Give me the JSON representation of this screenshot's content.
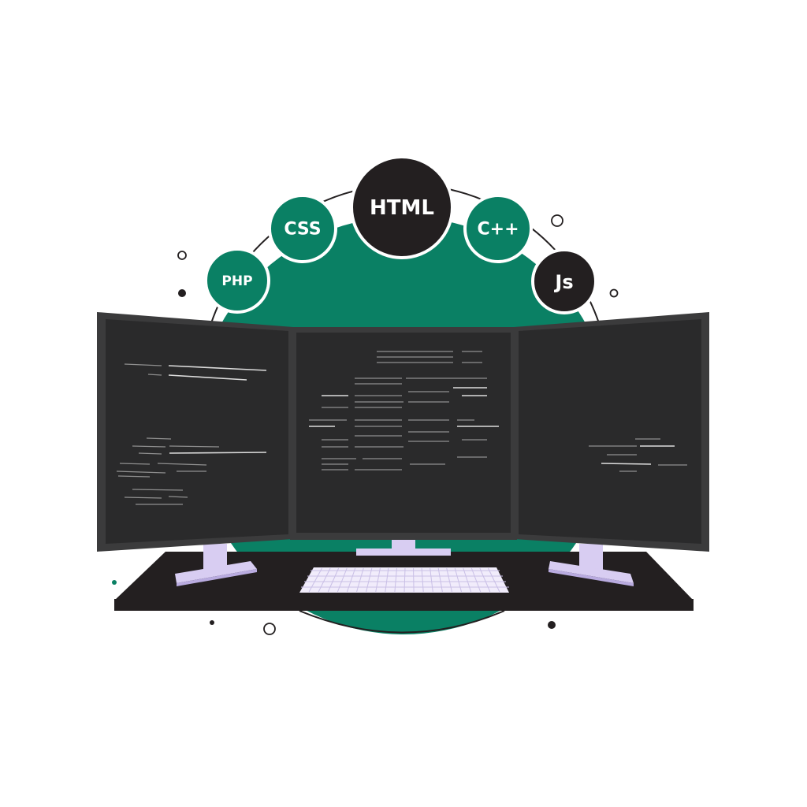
{
  "colors": {
    "green": "#0a8064",
    "dark": "#231f20",
    "screen": "#2a2a2b",
    "bezel": "#3b3b3c",
    "stand": "#d8cdf2",
    "stand_shadow": "#b9abe0",
    "keyboard": "#f1ecfb",
    "code_line": "#8f8f8f",
    "code_line_bright": "#dcdcdc"
  },
  "badges": [
    {
      "id": "php",
      "label": "PHP",
      "fill": "green",
      "icon": "php-badge"
    },
    {
      "id": "css",
      "label": "CSS",
      "fill": "green",
      "icon": "css-badge"
    },
    {
      "id": "html",
      "label": "HTML",
      "fill": "dark",
      "icon": "html-badge"
    },
    {
      "id": "cpp",
      "label": "C++",
      "fill": "green",
      "icon": "cpp-badge"
    },
    {
      "id": "js",
      "label": "Js",
      "fill": "dark",
      "icon": "js-badge"
    }
  ]
}
